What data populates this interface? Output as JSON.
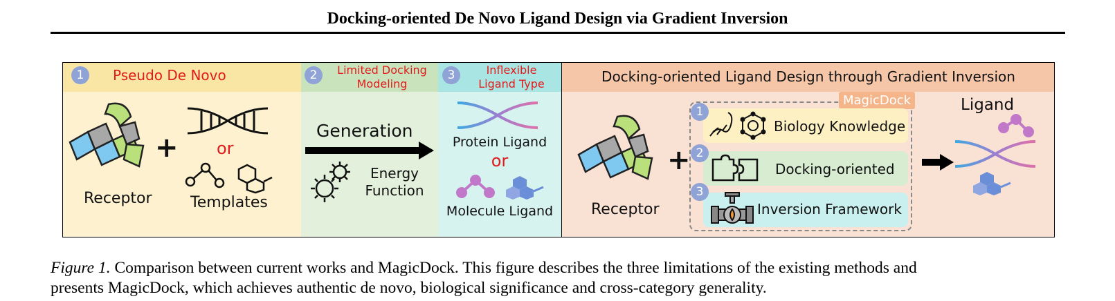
{
  "running_title": "Docking-oriented De Novo Ligand Design via Gradient Inversion",
  "figure": {
    "panel1": {
      "number": "1",
      "header": "Pseudo De Novo",
      "receptor_label": "Receptor",
      "or_label": "or",
      "templates_label": "Templates",
      "plus": "+"
    },
    "panel2": {
      "number": "2",
      "header_line1": "Limited Docking",
      "header_line2": "Modeling",
      "generation_label": "Generation",
      "energy_line1": "Energy",
      "energy_line2": "Function"
    },
    "panel3": {
      "number": "3",
      "header_line1": "Inflexible",
      "header_line2": "Ligand Type",
      "protein_ligand_label": "Protein Ligand",
      "or_label": "or",
      "molecule_ligand_label": "Molecule Ligand"
    },
    "panel4": {
      "header": "Docking-oriented Ligand Design through Gradient Inversion",
      "receptor_label": "Receptor",
      "plus": "+",
      "magicdock_label": "MagicDock",
      "ligand_label": "Ligand",
      "modules": [
        {
          "number": "1",
          "label": "Biology Knowledge",
          "color": "#fdf1c4"
        },
        {
          "number": "2",
          "label": "Docking-oriented",
          "color": "#d8ecd2"
        },
        {
          "number": "3",
          "label": "Inversion Framework",
          "color": "#c9efee"
        }
      ]
    }
  },
  "caption": {
    "label": "Figure 1.",
    "text_line1": "Comparison between current works and MagicDock. This figure describes the three limitations of the existing methods and",
    "text_line2": "presents MagicDock, which achieves authentic de novo, biological significance and cross-category generality."
  },
  "colors": {
    "number_badge": "#8fa3d6",
    "red_text": "#e01b1b",
    "magicdock_badge": "#f5b58a"
  }
}
